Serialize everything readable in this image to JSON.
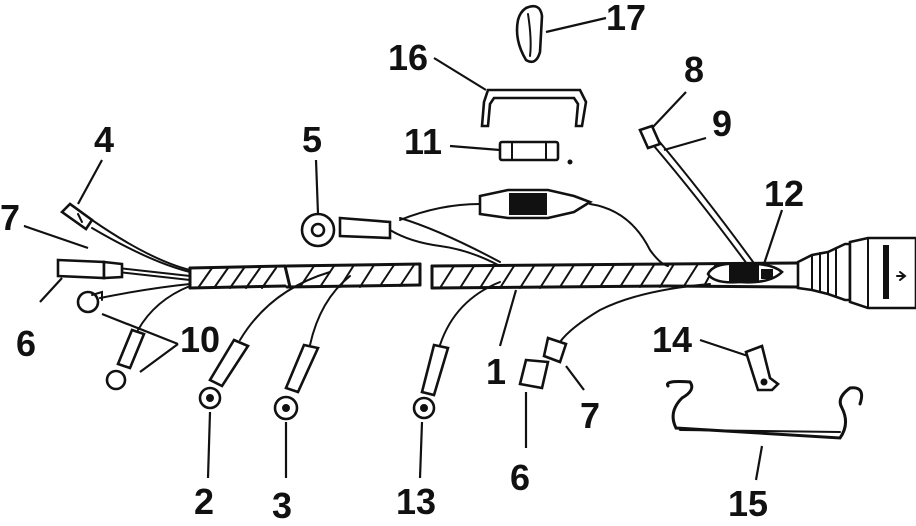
{
  "diagram": {
    "callouts": [
      {
        "id": "c17",
        "text": "17"
      },
      {
        "id": "c16",
        "text": "16"
      },
      {
        "id": "c8",
        "text": "8"
      },
      {
        "id": "c9",
        "text": "9"
      },
      {
        "id": "c11",
        "text": "11"
      },
      {
        "id": "c4",
        "text": "4"
      },
      {
        "id": "c5",
        "text": "5"
      },
      {
        "id": "c12",
        "text": "12"
      },
      {
        "id": "c7a",
        "text": "7"
      },
      {
        "id": "c6a",
        "text": "6"
      },
      {
        "id": "c10",
        "text": "10"
      },
      {
        "id": "c1",
        "text": "1"
      },
      {
        "id": "c14",
        "text": "14"
      },
      {
        "id": "c7b",
        "text": "7"
      },
      {
        "id": "c6b",
        "text": "6"
      },
      {
        "id": "c2",
        "text": "2"
      },
      {
        "id": "c3",
        "text": "3"
      },
      {
        "id": "c13",
        "text": "13"
      },
      {
        "id": "c15",
        "text": "15"
      }
    ]
  }
}
